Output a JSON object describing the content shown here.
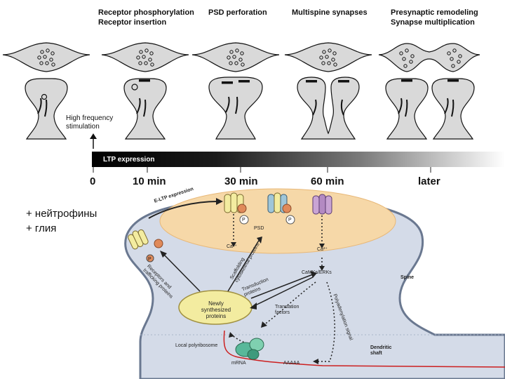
{
  "stages": [
    {
      "line1": "Receptor phosphorylation",
      "line2": "Receptor insertion"
    },
    {
      "line1": "PSD perforation",
      "line2": ""
    },
    {
      "line1": "Multispine synapses",
      "line2": ""
    },
    {
      "line1": "Presynaptic remodeling",
      "line2": "Synapse multiplication"
    }
  ],
  "stimulus_label": "High frequency stimulation",
  "ltp_bar_label": "LTP expression",
  "time_ticks": [
    "0",
    "10 min",
    "30 min",
    "60 min",
    "later"
  ],
  "notes": [
    "+ нейтрофины",
    "+ глия"
  ],
  "diagram_labels": {
    "eltp": "E-LTP expression",
    "psd": "PSD",
    "p1": "P",
    "p2": "P",
    "p3": "P",
    "ca1": "Ca²⁺",
    "ca2": "Ca²⁺",
    "scaffolding": "Scaffolding cytoskeletal proteins",
    "receptors": "Receptors and trafficking proteins",
    "transduction": "Transduction proteins",
    "camks": "CaMKs/ERKs",
    "polyadenylation": "Polyadenylation signal",
    "spine": "Spine",
    "newly": "Newly synthesized proteins",
    "translation": "Translation factors",
    "local": "Local polyribosome",
    "mrna": "mRNA",
    "aaaaa": "AAAAA",
    "dendritic": "Dendritic shaft"
  },
  "colors": {
    "synapse_fill": "#d9d9d9",
    "spine_fill": "#d4dbe8",
    "psd_fill": "#f6d8a8",
    "protein_fill": "#f3eca0",
    "ribosome_fill": "#58b89a",
    "mrna_line": "#cc1f1f"
  }
}
